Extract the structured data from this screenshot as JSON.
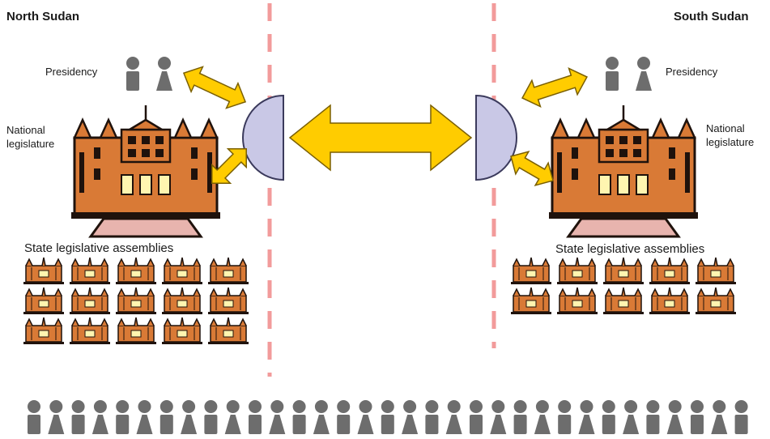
{
  "north": {
    "title": "North Sudan",
    "presidency": "Presidency",
    "legislature": "National\nlegislature",
    "states_label": "State legislative assemblies",
    "state_count": 15
  },
  "south": {
    "title": "South Sudan",
    "presidency": "Presidency",
    "legislature": "National\nlegislature",
    "states_label": "State legislative assemblies",
    "state_count": 10
  },
  "colors": {
    "divider": "#f29b9b",
    "arrow_fill": "#ffcc00",
    "arrow_stroke": "#7a5f00",
    "dome": "#c9c8e6",
    "person": "#6d6d6d",
    "building": "#d97a36",
    "building_dark": "#1f120c",
    "window_light": "#fff5b0"
  },
  "icons": [
    "person-icon",
    "legislature-building-icon",
    "state-assembly-icon",
    "double-arrow-icon",
    "dome-icon"
  ],
  "population_count": 33
}
